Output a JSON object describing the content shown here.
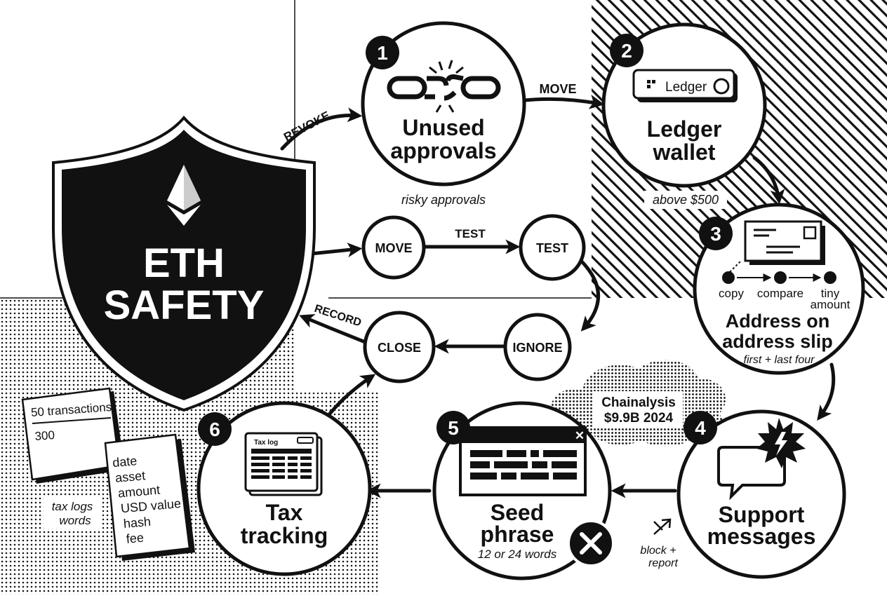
{
  "colors": {
    "ink": "#111111",
    "paper": "#ffffff"
  },
  "shield": {
    "icon": "ethereum-diamond-icon",
    "line1": "ETH",
    "line2": "SAFETY"
  },
  "steps": [
    {
      "number": "1",
      "icon": "broken-chain-icon",
      "title_line1": "Unused",
      "title_line2": "approvals",
      "caption": "risky approvals"
    },
    {
      "number": "2",
      "icon": "hardware-wallet-icon",
      "device_label": "Ledger",
      "title_line1": "Ledger",
      "title_line2": "wallet",
      "caption": "above $500"
    },
    {
      "number": "3",
      "icon": "address-envelope-icon",
      "flow": [
        "copy",
        "compare",
        "tiny"
      ],
      "flow_extra": "amount",
      "title_line1": "Address on",
      "title_line2": "address slip",
      "caption": "first + last four"
    },
    {
      "number": "4",
      "icon": "chat-alert-icon",
      "title_line1": "Support",
      "title_line2": "messages",
      "side_icon": "block-arrow-icon",
      "side_line1": "block +",
      "side_line2": "report",
      "cloud_line1": "Chainalysis",
      "cloud_line2": "$9.9B 2024"
    },
    {
      "number": "5",
      "icon": "browser-redacted-icon",
      "title_line1": "Seed",
      "title_line2": "phrase",
      "caption": "12 or 24 words",
      "badge": "close-x-icon"
    },
    {
      "number": "6",
      "icon": "tax-log-icon",
      "log_label": "Tax log",
      "title_line1": "Tax",
      "title_line2": "tracking"
    }
  ],
  "mini_nodes": {
    "move": "MOVE",
    "test": "TEST",
    "ignore": "IGNORE",
    "close": "CLOSE"
  },
  "edge_labels": {
    "revoke": "REVOKE",
    "move_top": "MOVE",
    "test_mid": "TEST",
    "record": "RECORD"
  },
  "notes": {
    "card1_top": "50 transactions",
    "card1_bottom": "300",
    "fields": [
      "date",
      "asset",
      "amount",
      "USD value",
      "hash",
      "fee"
    ],
    "side_line1": "tax logs",
    "side_line2": "words"
  }
}
